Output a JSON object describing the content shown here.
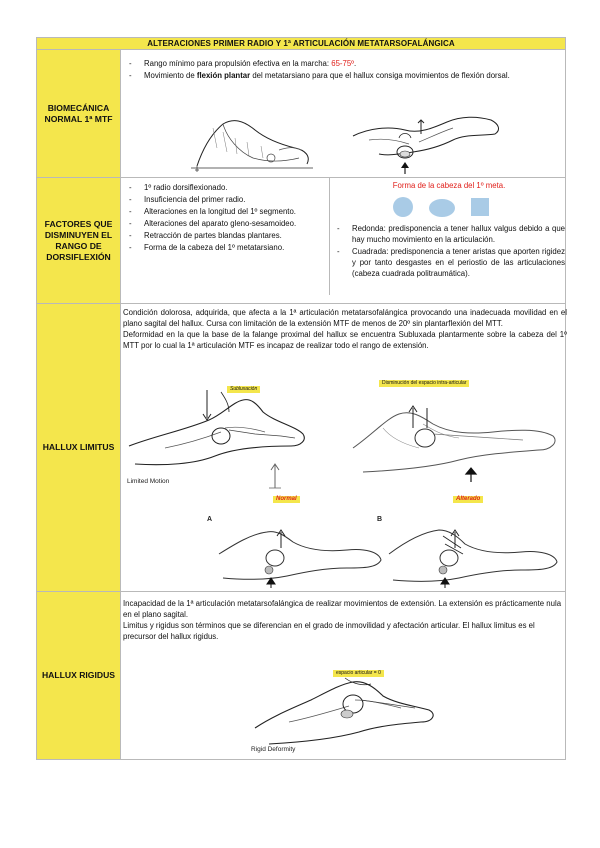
{
  "title": "ALTERACIONES PRIMER RADIO Y 1ª ARTICULACIÓN METATARSOFALÁNGICA",
  "colors": {
    "label_bg": "#f4e64c",
    "highlight": "#e0201b",
    "border": "#b9b9b9"
  },
  "biomecanica": {
    "label": "BIOMECÁNICA NORMAL 1ª MTF",
    "bullet1_pre": "Rango mínimo para propulsión efectiva en la marcha: ",
    "bullet1_value": "65-75º",
    "bullet1_post": ".",
    "bullet2_pre": "Movimiento de ",
    "bullet2_bold": "flexión plantar",
    "bullet2_post": " del metatarsiano para que el hallux consiga movimientos de flexión dorsal."
  },
  "factores": {
    "label": "FACTORES QUE DISMINUYEN EL RANGO DE DORSIFLEXIÓN",
    "left_items": [
      "1º radio dorsiflexionado.",
      "Insuficiencia del primer radio.",
      "Alteraciones en la longitud del 1º segmento.",
      "Alteraciones del aparato gleno-sesamoideo.",
      "Retracción de partes blandas plantares.",
      "Forma de la cabeza del 1º metatarsiano."
    ],
    "right_title": "Forma de la cabeza del 1º meta.",
    "right_items": [
      "Redonda: predisponencia a tener hallux valgus debido a que hay mucho movimiento en la articulación.",
      "Cuadrada: predisponencia a tener aristas que aporten rigidez y por tanto desgastes en el periostio de las articulaciones (cabeza cuadrada politraumática)."
    ]
  },
  "hallux_limitus": {
    "label": "HALLUX LIMITUS",
    "paragraph1": "Condición dolorosa, adquirida, que afecta a la 1ª articulación metatarsofalángica provocando una inadecuada movilidad en el plano sagital del hallux. Cursa con limitación de la extensión MTF de menos de 20º sin plantarflexión del MTT.",
    "paragraph2": "Deformidad en la que la base de la falange proximal del hallux se encuentra Subluxada plantarmente sobre la cabeza del 1º MTT por lo cual la 1ª articulación MTF es incapaz de realizar todo el rango de extensión.",
    "fig_subluxation": "Subluxación",
    "fig_limited_motion": "Limited Motion",
    "fig_space_reduction": "Disminución del espacio intra-articular",
    "fig_normal": "Normal",
    "fig_altered": "Alterado",
    "fig_a": "A",
    "fig_b": "B"
  },
  "hallux_rigidus": {
    "label": "HALLUX RIGIDUS",
    "paragraph1": "Incapacidad de la 1ª articulación metatarsofalángica de realizar movimientos de extensión. La extensión es prácticamente nula en el plano sagital.",
    "paragraph2": "Limitus y rigidus son términos que se diferencian en el grado de inmovilidad y afectación articular. El hallux limitus es el precursor del hallux rigidus.",
    "fig_space_zero": "espacio articular = 0",
    "fig_rigid": "Rigid Deformity"
  }
}
